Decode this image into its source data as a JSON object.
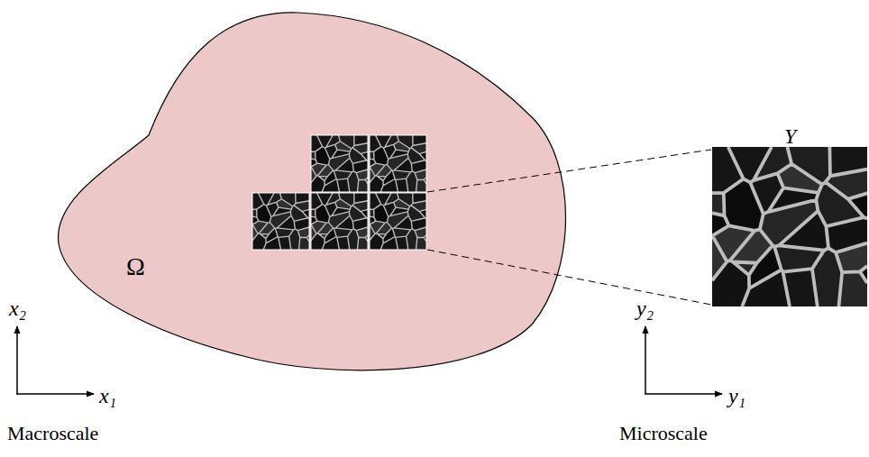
{
  "diagram": {
    "nodes": [
      {
        "text": [
          "Ω"
        ]
      },
      {
        "text": [
          "Y"
        ]
      }
    ],
    "labels": [
      "x₂",
      "x₁",
      "Macroscale",
      "y₂",
      "y₁",
      "Microscale"
    ]
  }
}
